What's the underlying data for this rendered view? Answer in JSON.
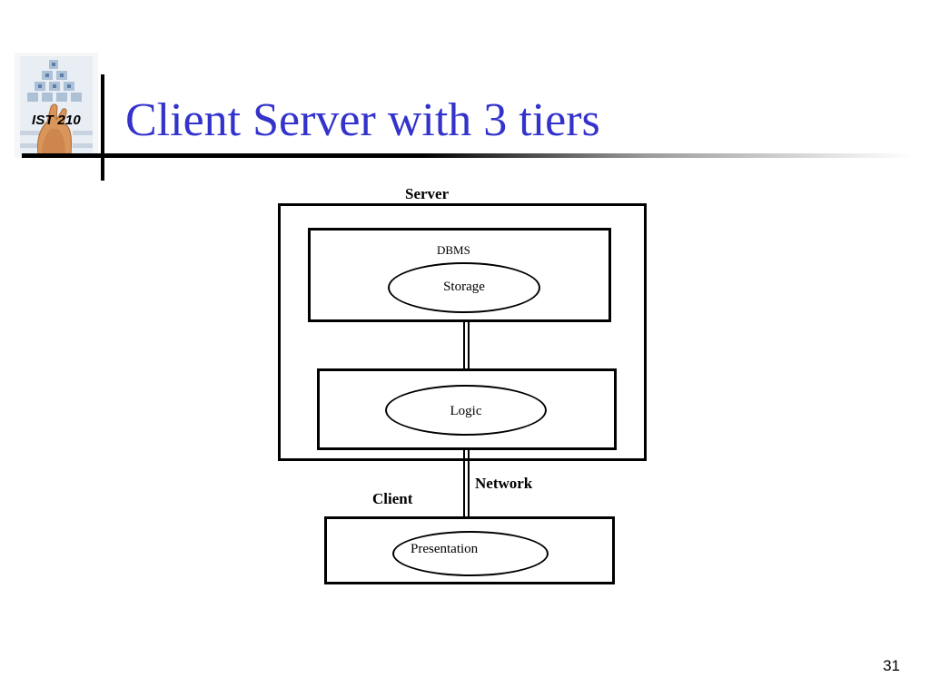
{
  "slide": {
    "title": "Client Server with 3 tiers",
    "logo_text": "IST 210",
    "page_number": "31"
  },
  "diagram": {
    "server_label": "Server",
    "dbms_label": "DBMS",
    "storage_label": "Storage",
    "logic_label": "Logic",
    "network_label": "Network",
    "client_label": "Client",
    "presentation_label": "Presentation"
  },
  "colors": {
    "title": "#3333cc",
    "rules": "#000000"
  }
}
